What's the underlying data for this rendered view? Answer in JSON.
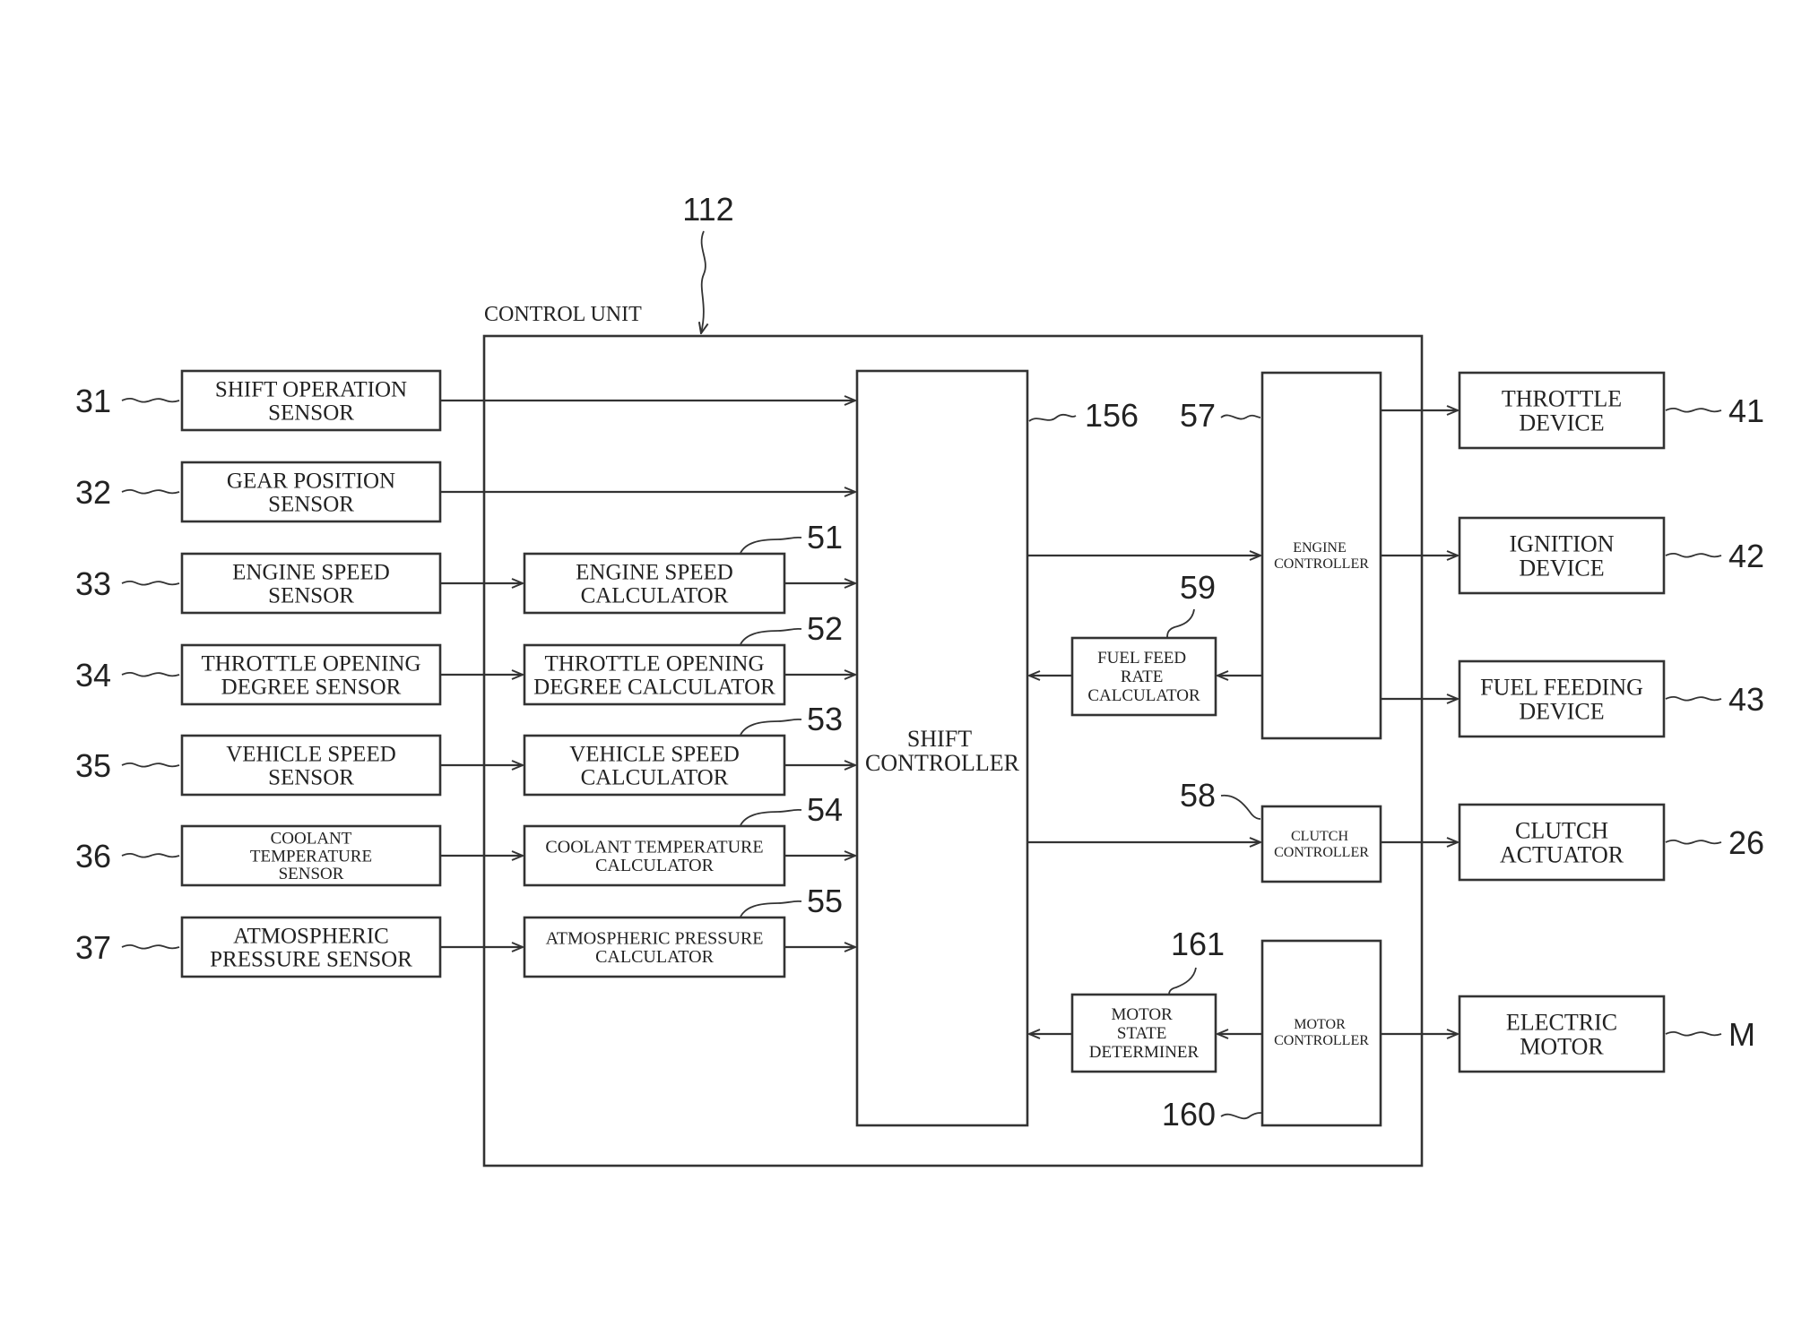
{
  "control_unit": {
    "ref": "112",
    "label": "CONTROL UNIT"
  },
  "sensors": [
    {
      "ref": "31",
      "lines": [
        "SHIFT OPERATION",
        "SENSOR"
      ]
    },
    {
      "ref": "32",
      "lines": [
        "GEAR POSITION",
        "SENSOR"
      ]
    },
    {
      "ref": "33",
      "lines": [
        "ENGINE SPEED",
        "SENSOR"
      ]
    },
    {
      "ref": "34",
      "lines": [
        "THROTTLE OPENING",
        "DEGREE SENSOR"
      ]
    },
    {
      "ref": "35",
      "lines": [
        "VEHICLE SPEED",
        "SENSOR"
      ]
    },
    {
      "ref": "36",
      "lines": [
        "COOLANT",
        "TEMPERATURE",
        "SENSOR"
      ]
    },
    {
      "ref": "37",
      "lines": [
        "ATMOSPHERIC",
        "PRESSURE SENSOR"
      ]
    }
  ],
  "calculators": [
    {
      "ref": "51",
      "lines": [
        "ENGINE SPEED",
        "CALCULATOR"
      ]
    },
    {
      "ref": "52",
      "lines": [
        "THROTTLE OPENING",
        "DEGREE CALCULATOR"
      ]
    },
    {
      "ref": "53",
      "lines": [
        "VEHICLE SPEED",
        "CALCULATOR"
      ]
    },
    {
      "ref": "54",
      "lines": [
        "COOLANT TEMPERATURE",
        "CALCULATOR"
      ]
    },
    {
      "ref": "55",
      "lines": [
        "ATMOSPHERIC PRESSURE",
        "CALCULATOR"
      ]
    }
  ],
  "shift_controller": {
    "ref": "156",
    "lines": [
      "SHIFT",
      "CONTROLLER"
    ]
  },
  "engine_controller": {
    "ref": "57",
    "lines": [
      "ENGINE",
      "CONTROLLER"
    ]
  },
  "fuel_feed_rate_calculator": {
    "ref": "59",
    "lines": [
      "FUEL FEED",
      "RATE",
      "CALCULATOR"
    ]
  },
  "clutch_controller": {
    "ref": "58",
    "lines": [
      "CLUTCH",
      "CONTROLLER"
    ]
  },
  "motor_state_determiner": {
    "ref": "161",
    "lines": [
      "MOTOR",
      "STATE",
      "DETERMINER"
    ]
  },
  "motor_controller": {
    "ref": "160",
    "lines": [
      "MOTOR",
      "CONTROLLER"
    ]
  },
  "devices": [
    {
      "ref": "41",
      "lines": [
        "THROTTLE",
        "DEVICE"
      ]
    },
    {
      "ref": "42",
      "lines": [
        "IGNITION",
        "DEVICE"
      ]
    },
    {
      "ref": "43",
      "lines": [
        "FUEL FEEDING",
        "DEVICE"
      ]
    },
    {
      "ref": "26",
      "lines": [
        "CLUTCH",
        "ACTUATOR"
      ]
    },
    {
      "ref": "M",
      "lines": [
        "ELECTRIC",
        "MOTOR"
      ]
    }
  ]
}
